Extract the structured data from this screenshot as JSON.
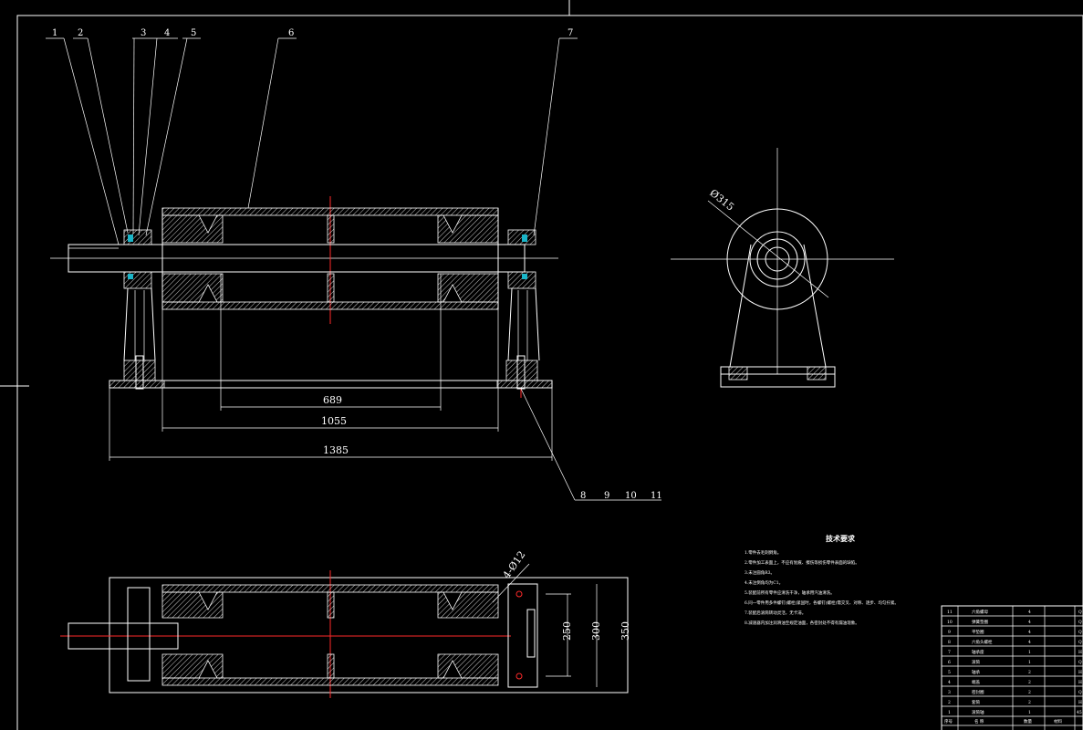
{
  "balloons": {
    "top": [
      "1",
      "2",
      "3",
      "4",
      "5",
      "6",
      "7"
    ],
    "bottom": [
      "8",
      "9",
      "10",
      "11"
    ]
  },
  "dimensions": {
    "front": [
      "689",
      "1055",
      "1385"
    ],
    "side_diameter": "Ø315",
    "plan_holes": "4-Ø12",
    "plan": [
      "250",
      "300",
      "350"
    ]
  },
  "tech_requirements": {
    "title": "技术要求",
    "items": [
      "1.零件去毛刺倒角。",
      "2.零件加工表面上，不应有划痕、擦伤等损伤零件表面的缺陷。",
      "3.未注圆角R3。",
      "4.未注倒角均为C1。",
      "5.装配前所有零件应清洗干净，轴承用汽油清洗。",
      "6.同一零件用多件螺钉(螺栓)紧固时，各螺钉(螺栓)需交叉、对称、逐步、均匀拧紧。",
      "7.装配后滚筒转动灵活，无卡滞。",
      "8.减速器内加注润滑油至规定油面，各密封处不得有漏油现象。"
    ]
  },
  "parts_table": {
    "rows": [
      [
        "11",
        "六角螺母",
        "4",
        "Q"
      ],
      [
        "10",
        "弹簧垫圈",
        "4",
        "Q"
      ],
      [
        "9",
        "平垫圈",
        "4",
        "Q"
      ],
      [
        "8",
        "六角头螺栓",
        "4",
        "Q"
      ],
      [
        "7",
        "轴承座",
        "1",
        "H"
      ],
      [
        "6",
        "滚筒",
        "1",
        "Q"
      ],
      [
        "5",
        "轴承",
        "2",
        "H"
      ],
      [
        "4",
        "端盖",
        "2",
        "H"
      ],
      [
        "3",
        "密封圈",
        "2",
        "Q"
      ],
      [
        "2",
        "套筒",
        "2",
        "H"
      ],
      [
        "1",
        "滚筒轴",
        "1",
        "45"
      ]
    ],
    "header": [
      "序号",
      "名  称",
      "数量",
      "材料"
    ]
  }
}
